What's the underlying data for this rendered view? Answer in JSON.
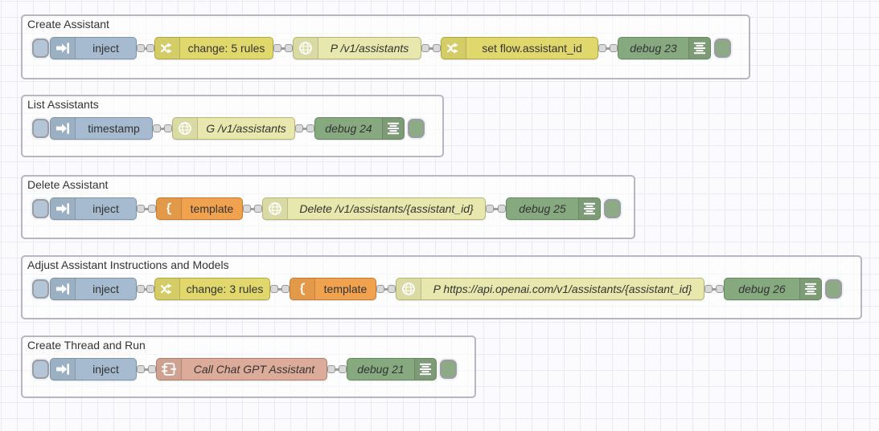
{
  "app": "node-red-flow-editor",
  "palette_colors": {
    "inject": "#a6bbcf",
    "change": "#e1d86d",
    "http_request": "#e7e7ae",
    "template": "#f1a24f",
    "debug": "#87a980",
    "subflow": "#dcab99",
    "wire": "#9c9c9c",
    "port": "#d9d9d9",
    "group_border": "#b7b7c1",
    "canvas_grid": "#e9eaf2"
  },
  "icons": {
    "inject": "arrow-into-bar-icon",
    "change": "shuffle-icon",
    "http_request": "globe-icon",
    "template": "curly-brace-icon",
    "debug": "list-bars-icon",
    "subflow": "subflow-box-icon"
  },
  "groups": [
    {
      "label": "Create Assistant",
      "nodes": [
        {
          "type": "inject",
          "label": "inject"
        },
        {
          "type": "change",
          "label": "change: 5 rules"
        },
        {
          "type": "http request",
          "label": "P /v1/assistants"
        },
        {
          "type": "change",
          "label": "set flow.assistant_id"
        },
        {
          "type": "debug",
          "label": "debug 23"
        }
      ]
    },
    {
      "label": "List Assistants",
      "nodes": [
        {
          "type": "inject",
          "label": "timestamp"
        },
        {
          "type": "http request",
          "label": "G /v1/assistants"
        },
        {
          "type": "debug",
          "label": "debug 24"
        }
      ]
    },
    {
      "label": "Delete Assistant",
      "nodes": [
        {
          "type": "inject",
          "label": "inject"
        },
        {
          "type": "template",
          "label": "template"
        },
        {
          "type": "http request",
          "label": "Delete /v1/assistants/{assistant_id}"
        },
        {
          "type": "debug",
          "label": "debug 25"
        }
      ]
    },
    {
      "label": "Adjust Assistant Instructions and Models",
      "nodes": [
        {
          "type": "inject",
          "label": "inject"
        },
        {
          "type": "change",
          "label": "change: 3 rules"
        },
        {
          "type": "template",
          "label": "template"
        },
        {
          "type": "http request",
          "label": "P https://api.openai.com/v1/assistants/{assistant_id}"
        },
        {
          "type": "debug",
          "label": "debug 26"
        }
      ]
    },
    {
      "label": "Create Thread and Run",
      "nodes": [
        {
          "type": "inject",
          "label": "inject"
        },
        {
          "type": "subflow",
          "label": "Call Chat GPT Assistant"
        },
        {
          "type": "debug",
          "label": "debug 21"
        }
      ]
    }
  ]
}
